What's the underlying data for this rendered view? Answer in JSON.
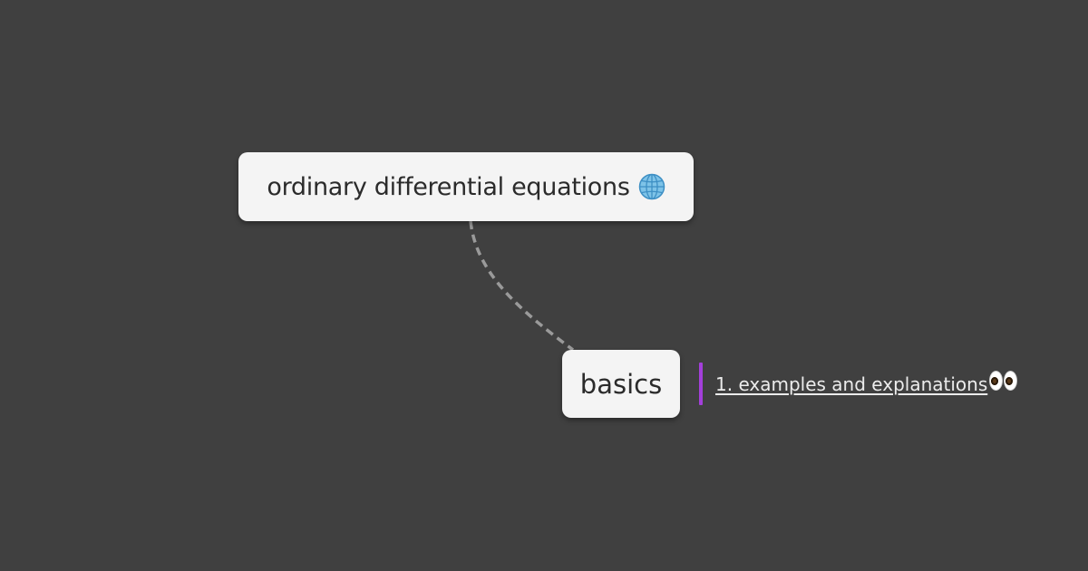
{
  "mindmap": {
    "root": {
      "label": "ordinary differential equations",
      "icon": "globe-icon"
    },
    "child": {
      "label": "basics"
    },
    "leaf": {
      "link_text": "1. examples and explanations ",
      "icon": "eyes-icon",
      "accent_color": "#a43fdb"
    }
  },
  "colors": {
    "background": "#404040",
    "node_fill": "#f4f4f4",
    "connector": "#9a9a9a"
  }
}
